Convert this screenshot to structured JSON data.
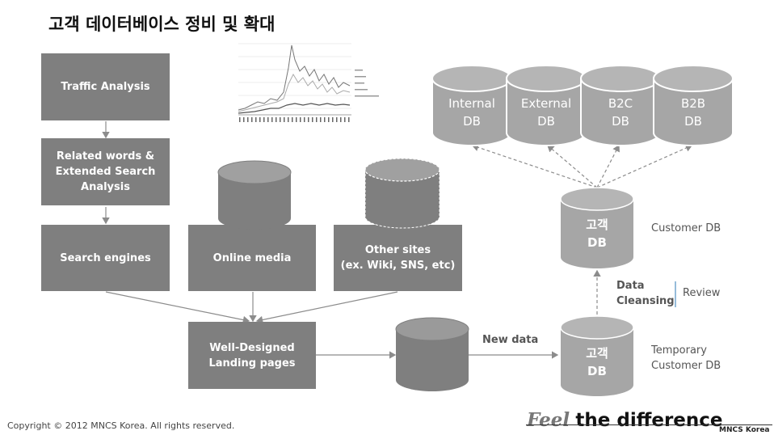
{
  "title": "고객 데이터베이스 정비 및 확대",
  "flow_boxes": {
    "traffic": "Traffic Analysis",
    "related": "Related words &\nExtended Search\nAnalysis",
    "search": "Search engines",
    "online": "Online media",
    "other": "Other sites\n(ex. Wiki, SNS, etc)",
    "landing": "Well-Designed\nLanding pages"
  },
  "top_databases": [
    "Internal\nDB",
    "External\nDB",
    "B2C\nDB",
    "B2B\nDB"
  ],
  "customer_db": {
    "label": "고객\nDB",
    "side": "Customer DB"
  },
  "temporary_db": {
    "label": "고객\nDB",
    "side": "Temporary\nCustomer DB"
  },
  "data_cleansing": "Data\nCleansing",
  "review": "Review",
  "new_data": "New data",
  "footer": {
    "copyright": "Copyright © 2012 MNCS Korea. All rights reserved.",
    "tagline_feel": "Feel",
    "tagline_rest": "the difference",
    "brand": "MNCS Korea"
  },
  "colors": {
    "box": "#7f7f7f",
    "cylinder": "#a6a6a6",
    "cylinder_top": "#b5b5b5",
    "connector": "#8c8c8c"
  }
}
